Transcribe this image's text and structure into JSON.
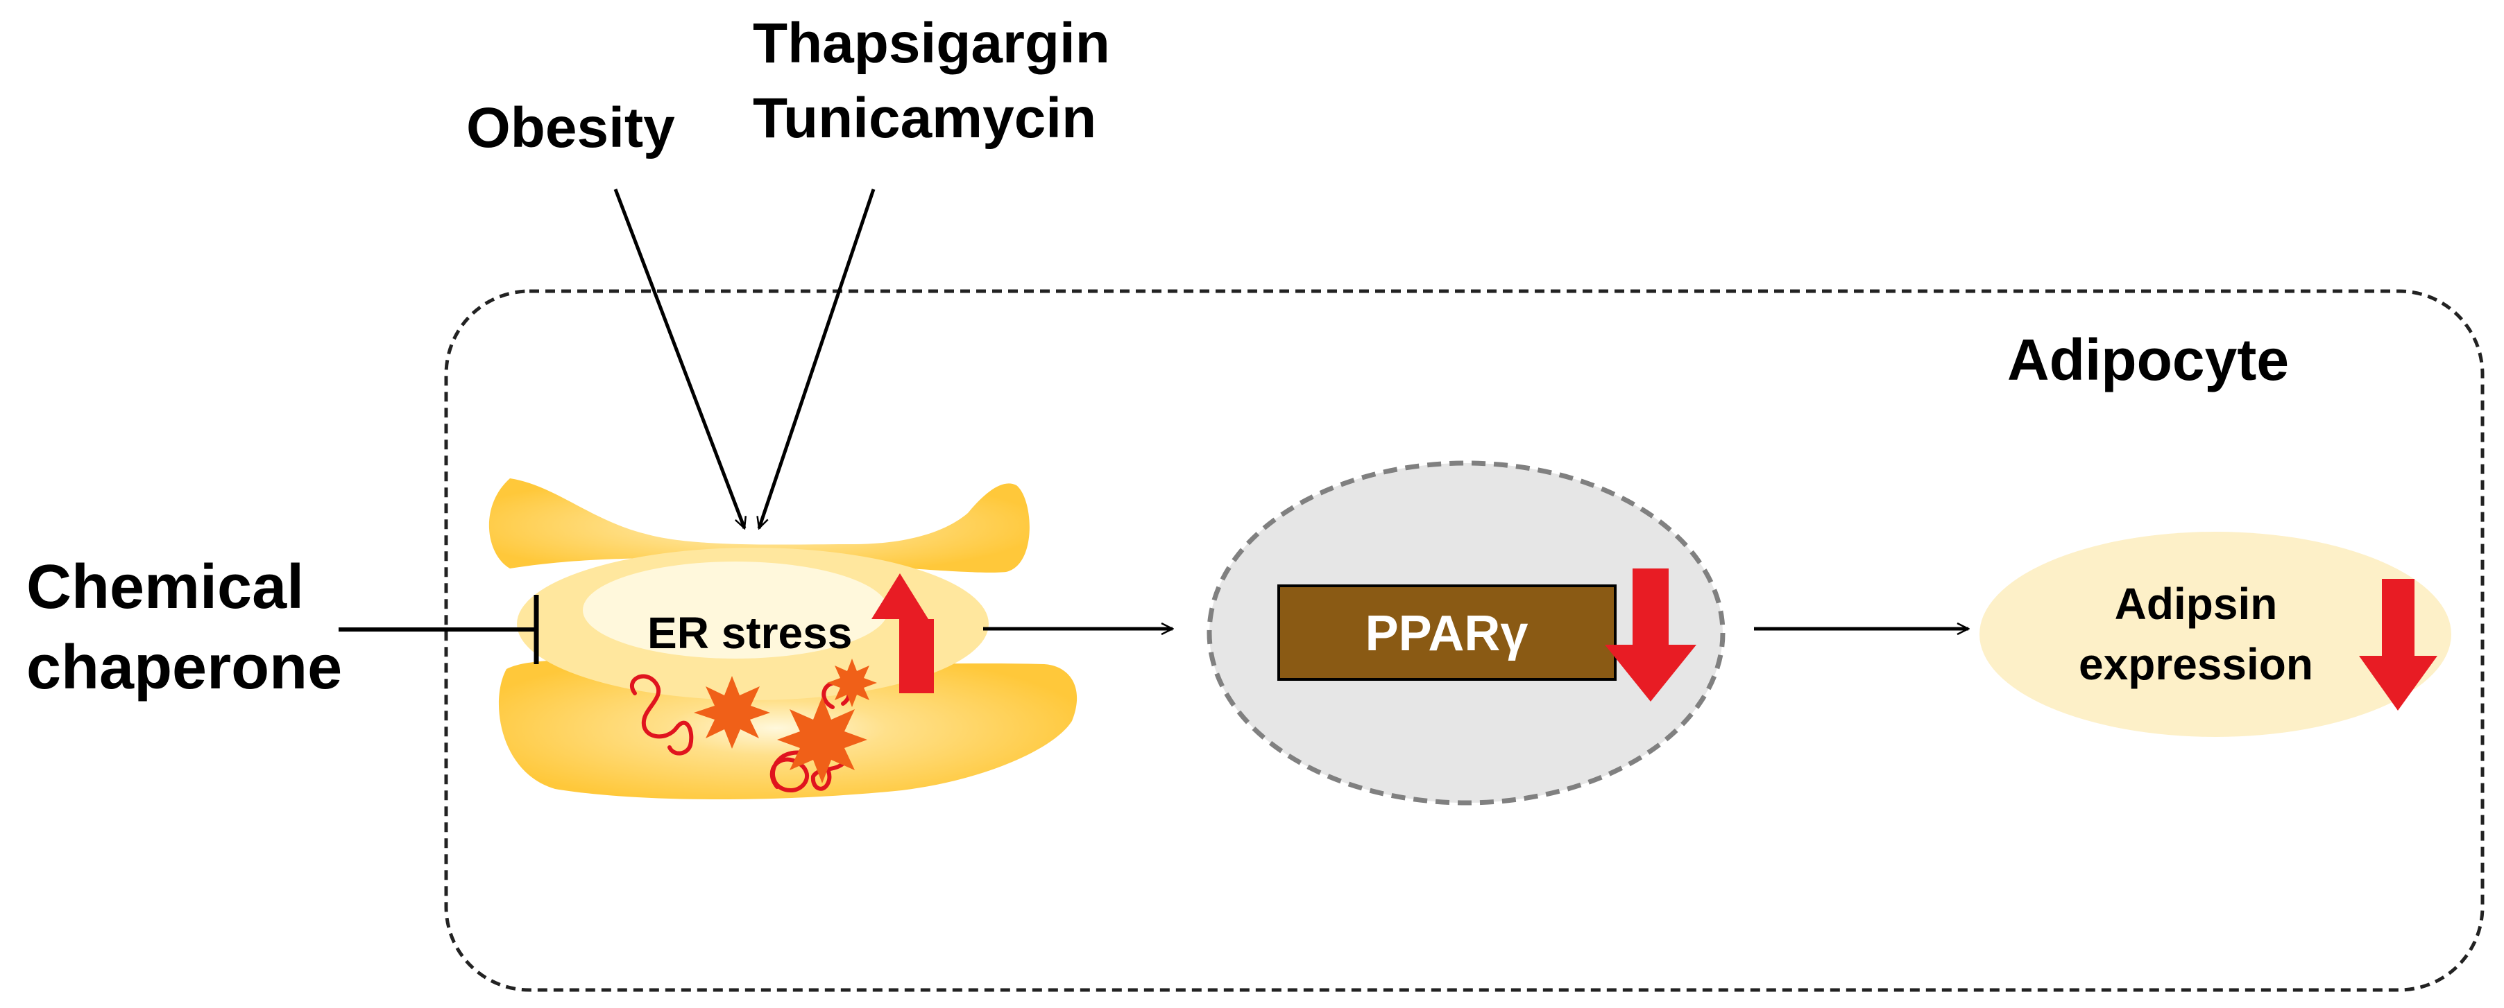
{
  "diagram": {
    "inputs": {
      "obesity": "Obesity",
      "drug_line1": "Thapsigargin",
      "drug_line2": "Tunicamycin"
    },
    "inhibitor": {
      "line1": "Chemical",
      "line2": "chaperone"
    },
    "cell_label": "Adipocyte",
    "er_label": "ER stress",
    "nucleus_label": "PPARγ",
    "output": {
      "line1": "Adipsin",
      "line2": "expression"
    },
    "colors": {
      "er_fill": "#FFC83A",
      "er_glow": "#FFF8DC",
      "protein_red": "#E0141E",
      "star_orange": "#F06018",
      "up_down_arrows": "#E81C24",
      "nucleus_fill": "#E6E6E6",
      "nucleus_border": "#808080",
      "ppar_box": "#8A5A14",
      "adipsin_fill": "#FDF0C8",
      "cell_border": "#222222"
    }
  }
}
